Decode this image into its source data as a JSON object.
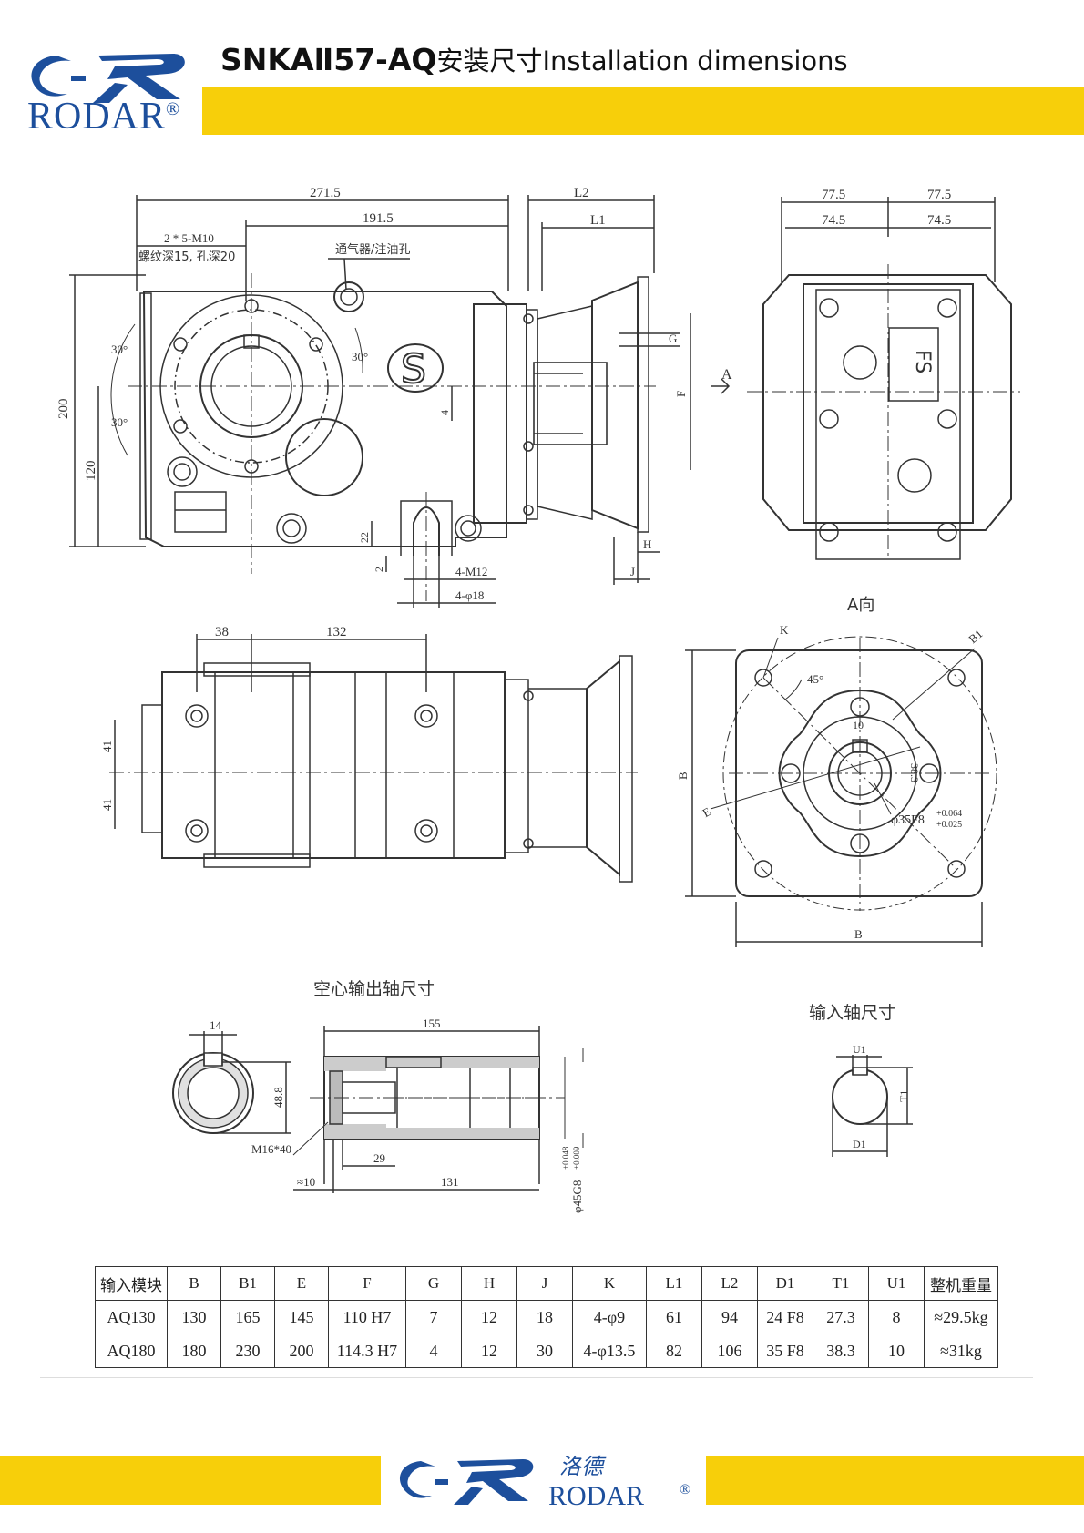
{
  "header": {
    "brand": "RODAR",
    "registered": "®",
    "model": "SNKAⅡ57-AQ",
    "title_cn": "安装尺寸",
    "title_en": "Installation dimensions"
  },
  "colors": {
    "accent_yellow": "#f7cf0a",
    "brand_blue": "#1d4f9c",
    "line": "#333333"
  },
  "front_view": {
    "dim_total": "271.5",
    "dim_inner": "191.5",
    "dim_L2": "L2",
    "dim_L1": "L1",
    "tap_spec": "2 * 5-M10",
    "tap_depth": "螺纹深15, 孔深20",
    "breather": "通气器/注油孔",
    "angle_a": "30°",
    "angle_b": "30°",
    "angle_c": "30°",
    "height_total": "200",
    "height_lower": "120",
    "dim_4": "4",
    "dim_22": "22",
    "dim_2": "2",
    "mount_tap": "4-M12",
    "mount_hole": "4-φ18",
    "label_G": "G",
    "label_F": "F",
    "label_H": "H",
    "label_J": "J",
    "view_arrow": "A",
    "logo_letter": "S"
  },
  "side_view": {
    "dim_left": "77.5",
    "dim_right": "77.5",
    "dim_left_inner": "74.5",
    "dim_right_inner": "74.5",
    "plate_text": "FS"
  },
  "top_view": {
    "dim_38": "38",
    "dim_132": "132",
    "dim_41a": "41",
    "dim_41b": "41"
  },
  "view_a": {
    "title": "A向",
    "label_K": "K",
    "label_B1": "B1",
    "angle": "45°",
    "key_width": "10",
    "key_height": "38.3",
    "label_B_vertical": "B",
    "label_B_horizontal": "B",
    "label_E": "E",
    "bore": "φ35F8",
    "bore_tol_upper": "+0.064",
    "bore_tol_lower": "+0.025"
  },
  "hollow_shaft": {
    "title": "空心输出轴尺寸",
    "keyway_width": "14",
    "key_depth": "48.8",
    "length_total": "155",
    "bolt": "M16*40",
    "dim_29": "29",
    "dim_10": "≈10",
    "dim_131": "131",
    "bore": "φ45G8",
    "bore_tol_upper": "+0.048",
    "bore_tol_lower": "+0.009"
  },
  "input_shaft": {
    "title": "输入轴尺寸",
    "label_U1": "U1",
    "label_T1": "T1",
    "label_D1": "D1"
  },
  "spec_table": {
    "headers": [
      "输入模块",
      "B",
      "B1",
      "E",
      "F",
      "G",
      "H",
      "J",
      "K",
      "L1",
      "L2",
      "D1",
      "T1",
      "U1",
      "整机重量"
    ],
    "rows": [
      [
        "AQ130",
        "130",
        "165",
        "145",
        "110 H7",
        "7",
        "12",
        "18",
        "4-φ9",
        "61",
        "94",
        "24 F8",
        "27.3",
        "8",
        "≈29.5kg"
      ],
      [
        "AQ180",
        "180",
        "230",
        "200",
        "114.3 H7",
        "4",
        "12",
        "30",
        "4-φ13.5",
        "82",
        "106",
        "35 F8",
        "38.3",
        "10",
        "≈31kg"
      ]
    ]
  },
  "footer": {
    "brand_cn": "洛德",
    "brand": "RODAR",
    "registered": "®"
  }
}
